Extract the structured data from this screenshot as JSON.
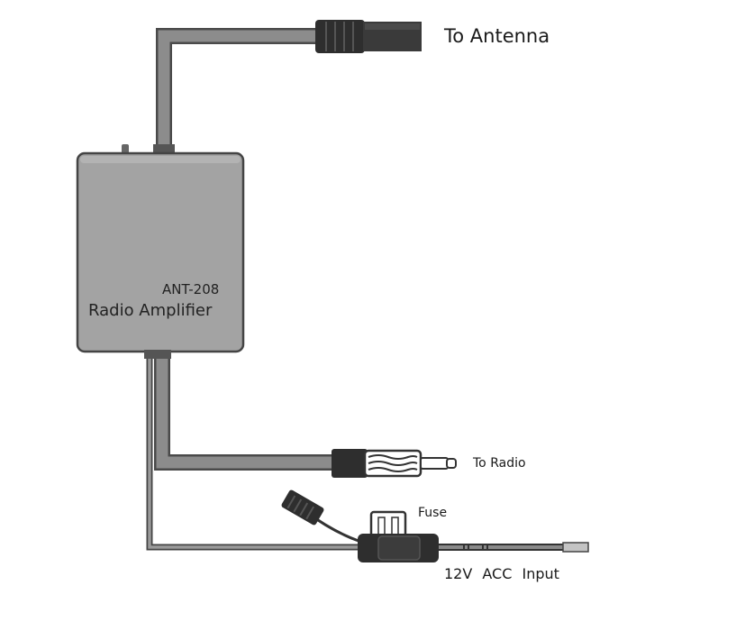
{
  "labels": {
    "to_antenna": "To Antenna",
    "model": "ANT-208",
    "device_name": "Radio Amplifier",
    "to_radio": "To Radio",
    "fuse": "Fuse",
    "power_input": "12V  ACC  Input"
  },
  "colors": {
    "cable_outline": "#4a4a4a",
    "cable_fill": "#8c8c8c",
    "box_fill": "#a3a3a3",
    "box_outline": "#444444",
    "connector_dark": "#2e2e2e",
    "wire_light": "#7a7a7a"
  }
}
